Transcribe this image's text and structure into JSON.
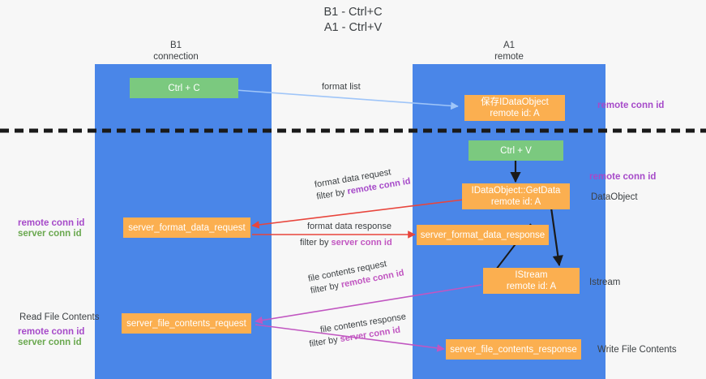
{
  "title": {
    "line1": "B1 - Ctrl+C",
    "line2": "A1 - Ctrl+V"
  },
  "columns": [
    {
      "name": "B1",
      "role": "connection"
    },
    {
      "name": "A1",
      "role": "remote"
    }
  ],
  "nodes": {
    "ctrl_c": {
      "label": "Ctrl + C"
    },
    "store_idataobject": {
      "line1": "保存IDataObject",
      "line2": "remote id: A"
    },
    "ctrl_v": {
      "label": "Ctrl + V"
    },
    "getdata": {
      "line1": "IDataObject::GetData",
      "line2": "remote id: A"
    },
    "server_format_data_request": {
      "label": "server_format_data_request"
    },
    "server_format_data_response": {
      "label": "server_format_data_response"
    },
    "istream": {
      "line1": "IStream",
      "line2": "remote id: A"
    },
    "server_file_contents_request": {
      "label": "server_file_contents_request"
    },
    "server_file_contents_response": {
      "label": "server_file_contents_response"
    }
  },
  "flows": {
    "format_list": {
      "label": "format list"
    },
    "format_data_request": {
      "label": "format data request",
      "filter_prefix": "filter by ",
      "filter_key": "remote conn id"
    },
    "format_data_response": {
      "label": "format data response",
      "filter_prefix": "filter by ",
      "filter_key": "server conn id"
    },
    "file_contents_request": {
      "label": "file contents request",
      "filter_prefix": "filter by ",
      "filter_key": "remote conn id"
    },
    "file_contents_response": {
      "label": "file contents response",
      "filter_prefix": "filter by ",
      "filter_key": "server conn id"
    }
  },
  "annotations": {
    "right_remote_conn_id_top": "remote conn id",
    "right_remote_conn_id_mid": "remote conn id",
    "right_dataobject": "DataObject",
    "right_istream": "Istream",
    "right_write_file_contents": "Write File Contents",
    "left_remote_conn_id_mid": "remote conn id",
    "left_server_conn_id_mid": "server conn id",
    "left_read_file_contents": "Read File Contents",
    "left_remote_conn_id_bottom": "remote conn id",
    "left_server_conn_id_bottom": "server conn id"
  },
  "colors": {
    "lane": "#4a86e8",
    "green_node": "#7bc97f",
    "orange_node": "#fbaf50",
    "purple": "#a64ac9",
    "magenta": "#c156c1",
    "green_text": "#6aa84f",
    "arrow_blue": "#9fc5f8",
    "arrow_red": "#e8453c",
    "arrow_black": "#1a1a1a",
    "background": "#f7f7f7"
  }
}
